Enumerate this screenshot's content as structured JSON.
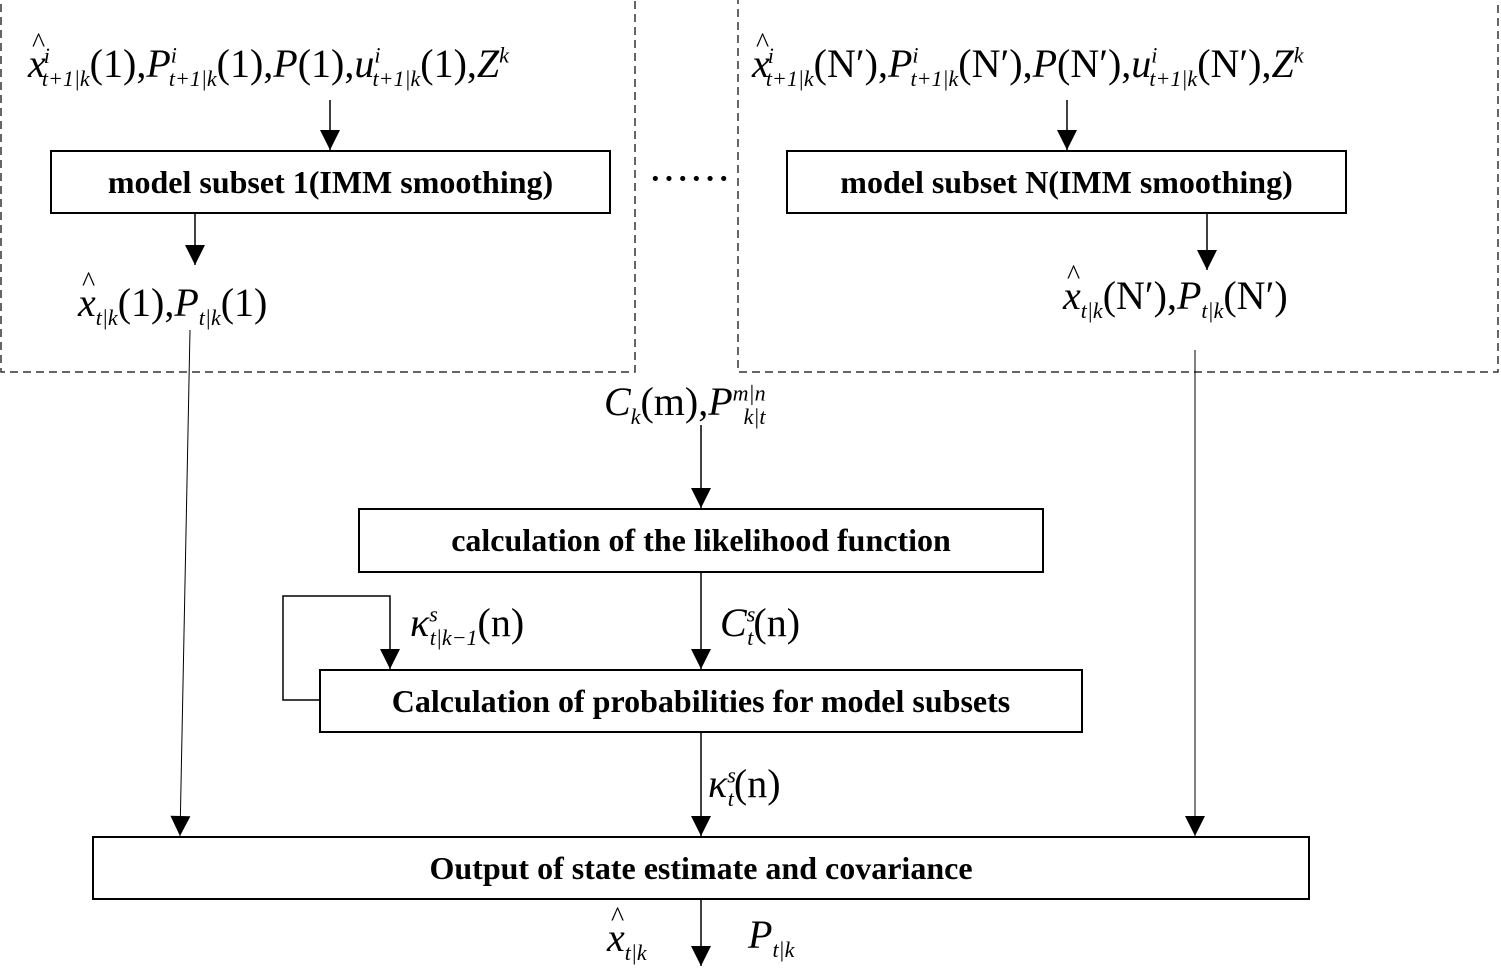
{
  "boxes": {
    "subset_1": "model subset 1(IMM smoothing)",
    "subset_n": "model subset N(IMM smoothing)",
    "likelihood": "calculation of the likelihood function",
    "probabilities": "Calculation of probabilities for model subsets",
    "output": "Output of state estimate and covariance"
  },
  "ellipsis": "······",
  "symbols": {
    "x": "x",
    "P": "P",
    "u": "u",
    "Z": "Z",
    "C": "C",
    "kappa": "κ",
    "one": "(1)",
    "nprime": "(N′)",
    "m": "(m)",
    "n": "(n)",
    "comma": ",",
    "sub_t1k": "t+1|k",
    "sub_tk": "t|k",
    "sub_tk1": "t|k−1",
    "sub_k": "k",
    "sub_kt": "k|t",
    "sub_t": "t",
    "sup_i": "i",
    "sup_k": "k",
    "sup_s": "s",
    "sup_mn": "m|n"
  }
}
